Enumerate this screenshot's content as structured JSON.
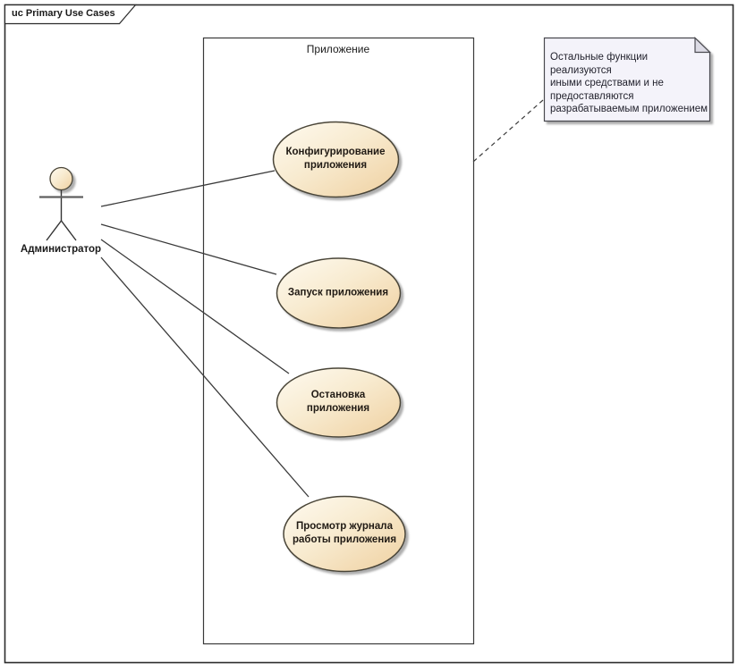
{
  "frame": {
    "title": "uc Primary Use Cases"
  },
  "system_boundary": {
    "title": "Приложение"
  },
  "actor": {
    "label": "Администратор"
  },
  "use_cases": [
    {
      "label": "Конфигурирование\nприложения"
    },
    {
      "label": "Запуск приложения"
    },
    {
      "label": "Остановка\nприложения"
    },
    {
      "label": "Просмотр журнала\nработы приложения"
    }
  ],
  "note": {
    "text": "Остальные функции реализуются\nиными средствами и не\nпредоставляются\nразрабатываемым приложением"
  },
  "colors": {
    "ellipse_gradient_start": "#FDF6E4",
    "ellipse_gradient_end": "#EFD0A0",
    "ellipse_border": "#4A4538",
    "note_fill": "#F4F3FA",
    "note_fold": "#DCDBE5",
    "line": "#3A3A3A",
    "shadow": "#9A9A9A",
    "background": "#FFFFFF"
  }
}
